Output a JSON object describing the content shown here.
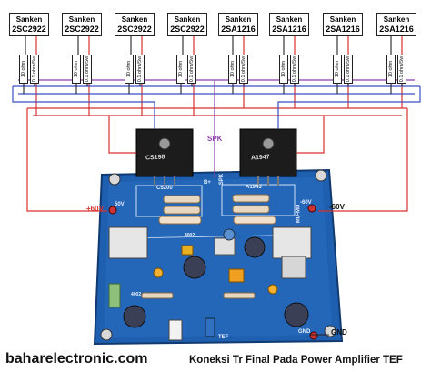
{
  "transistors": [
    {
      "brand": "Sanken",
      "part": "2SC2922"
    },
    {
      "brand": "Sanken",
      "part": "2SC2922"
    },
    {
      "brand": "Sanken",
      "part": "2SC2922"
    },
    {
      "brand": "Sanken",
      "part": "2SC2922"
    },
    {
      "brand": "Sanken",
      "part": "2SA1216"
    },
    {
      "brand": "Sanken",
      "part": "2SA1216"
    },
    {
      "brand": "Sanken",
      "part": "2SA1216"
    },
    {
      "brand": "Sanken",
      "part": "2SA1216"
    }
  ],
  "resistor_labels": {
    "base": "10 ohm",
    "emitter": "0.1 ohm/5w"
  },
  "labels": {
    "spk": "SPK",
    "pos_v": "+60V",
    "neg_v": "-60V",
    "gnd": "GND",
    "site": "baharelectronic.com",
    "caption": "Koneksi Tr Final Pada Power Amplifier TEF"
  },
  "board": {
    "driver_left": "C5200",
    "driver_right": "A1943",
    "silk_left": "CS198",
    "silk_right": "A1947",
    "silk_mmu": "MU-MU",
    "silk_50v": "50V",
    "silk_60v": "-60V",
    "silk_bplus": "B+",
    "silk_spk": "SPK",
    "silk_gnd": "GND",
    "silk_tef": "TEF",
    "silk_4002a": "4002",
    "silk_4002b": "4002"
  },
  "colors": {
    "board": "#1f5fb0",
    "wire_red": "#d8312e",
    "wire_blue": "#3a4fc4",
    "wire_purple": "#8a3fa8",
    "wire_black": "#222222"
  }
}
